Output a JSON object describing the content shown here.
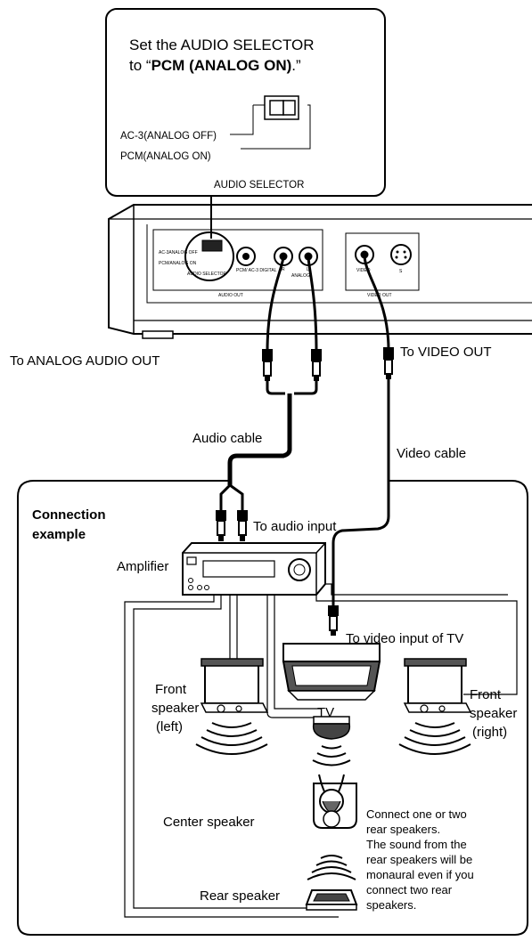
{
  "selector_callout": {
    "instruction_line1": "Set the AUDIO SELECTOR",
    "instruction_line2_prefix": "to “",
    "instruction_line2_bold": "PCM (ANALOG ON)",
    "instruction_line2_suffix": ".”",
    "option_ac3": "AC-3(ANALOG OFF)",
    "option_pcm": "PCM(ANALOG ON)",
    "caption": "AUDIO SELECTOR"
  },
  "player_panel": {
    "ac3_label": "AC-3ANALOG OFF",
    "pcm_label": "PCM/ANALOG ON",
    "selector_label": "AUDIO SELECTOR",
    "digital_label": "PCM/ AC-3 DIGITAL",
    "r_label": "R",
    "analog_label": "ANALOG",
    "l_label": "L",
    "audio_out_label": "AUDIO OUT",
    "video_label": "VIDEO",
    "s_label": "S",
    "video_out_label": "VIDEO OUT"
  },
  "labels": {
    "analog_audio_out": "To ANALOG AUDIO OUT",
    "video_out": "To VIDEO OUT",
    "audio_cable": "Audio cable",
    "video_cable": "Video cable",
    "connection_example_1": "Connection",
    "connection_example_2": "example",
    "audio_input": "To audio input",
    "amplifier": "Amplifier",
    "video_input_tv": "To video input of TV",
    "front_left_1": "Front",
    "front_left_2": "speaker",
    "front_left_3": "(left)",
    "tv": "TV",
    "front_right_1": "Front",
    "front_right_2": "speaker",
    "front_right_3": "(right)",
    "center_speaker": "Center speaker",
    "rear_speaker": "Rear speaker",
    "note_1": "Connect one or two",
    "note_2": "rear speakers.",
    "note_3": "The sound from the",
    "note_4": "rear speakers will be",
    "note_5": "monaural even if you",
    "note_6": "connect two rear",
    "note_7": "speakers."
  }
}
